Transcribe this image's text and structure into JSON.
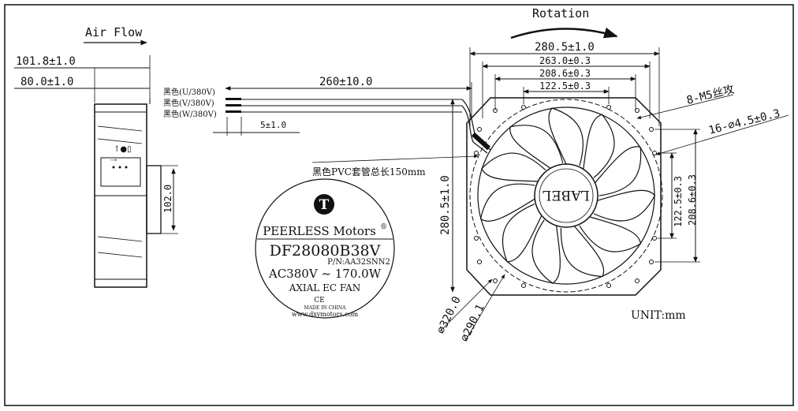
{
  "header": {
    "air_flow": "Air Flow",
    "rotation": "Rotation"
  },
  "side_view": {
    "dim_overall_depth": "101.8±1.0",
    "dim_body_depth": "80.0±1.0",
    "dim_cable_length": "260±10.0",
    "dim_strip_length": "5±1.0",
    "dim_box_height": "102.0",
    "wire_u": "黑色(U/380V)",
    "wire_v": "黑色(V/380V)",
    "wire_w": "黑色(W/380V)"
  },
  "front_view": {
    "dim_width_1": "280.5±1.0",
    "dim_width_2": "263.0±0.3",
    "dim_width_3": "208.6±0.3",
    "dim_width_4": "122.5±0.3",
    "dim_height": "280.5±1.0",
    "dim_right_1": "122.5±0.3",
    "dim_right_2": "208.6±0.3",
    "thread_holes": "8-M5丝攻",
    "mount_holes": "16-⌀4.5±0.3",
    "pvc_sleeve": "黑色PVC套管总长150mm",
    "dia_outer": "⌀320.0",
    "dia_inner": "⌀290.1",
    "hub_label": "LABEL"
  },
  "label": {
    "logo_letter": "T",
    "brand": "PEERLESS Motors",
    "registered": "®",
    "model": "DF28080B38V",
    "part_number": "P/N:AA32SNN2",
    "power": "AC380V ~ 170.0W",
    "type": "AXIAL EC FAN",
    "ce": "CE",
    "made_in": "MADE  IN  CHINA",
    "website": "www.dxymotors.com"
  },
  "unit": "UNIT:mm"
}
